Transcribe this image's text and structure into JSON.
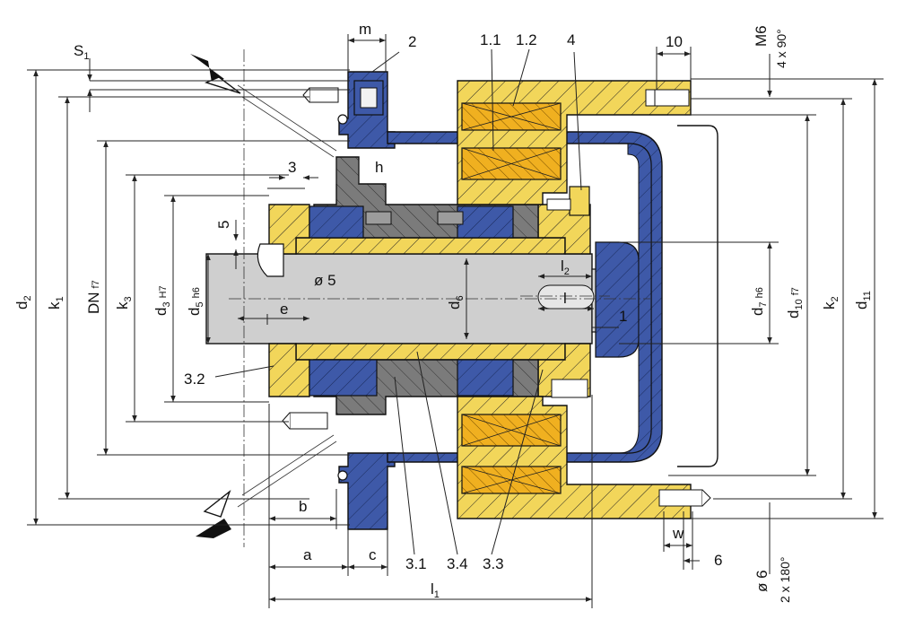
{
  "labels": {
    "m": "m",
    "S1": "S",
    "S1_sub": "1",
    "p2": "2",
    "p11": "1.1",
    "p12": "1.2",
    "p4": "4",
    "ten": "10",
    "M6": "M6",
    "M6_pattern": "4 x 90°",
    "d2": "d",
    "d2_sub": "2",
    "k1": "k",
    "k1_sub": "1",
    "DN": "DN",
    "DN_tol": "f7",
    "k3": "k",
    "k3_sub": "3",
    "d3": "d",
    "d3_sub": "3",
    "d3_tol": "H7",
    "d5": "d",
    "d5_sub": "5",
    "d5_tol": "h6",
    "three": "3",
    "h": "h",
    "five": "5",
    "dia5": "ø 5",
    "e": "e",
    "d6": "d",
    "d6_sub": "6",
    "l2": "l",
    "l2_sub": "2",
    "l": "l",
    "one": "1",
    "d7": "d",
    "d7_sub": "7",
    "d7_tol": "h6",
    "d10": "d",
    "d10_sub": "10",
    "d10_tol": "f7",
    "k2": "k",
    "k2_sub": "2",
    "d11": "d",
    "d11_sub": "11",
    "p32": "3.2",
    "b": "b",
    "a": "a",
    "c": "c",
    "p31": "3.1",
    "p34": "3.4",
    "p33": "3.3",
    "w": "w",
    "six": "6",
    "dia6": "ø 6",
    "dia6_pattern": "2 x 180°",
    "l1": "l",
    "l1_sub": "1"
  },
  "colors": {
    "yellow": "#f2d65a",
    "orange": "#f0b020",
    "blue": "#3e59a8",
    "gray": "#7b7b7b",
    "lightgray": "#d2d2d2",
    "shaft": "#cfcfcf",
    "line": "#111111"
  }
}
